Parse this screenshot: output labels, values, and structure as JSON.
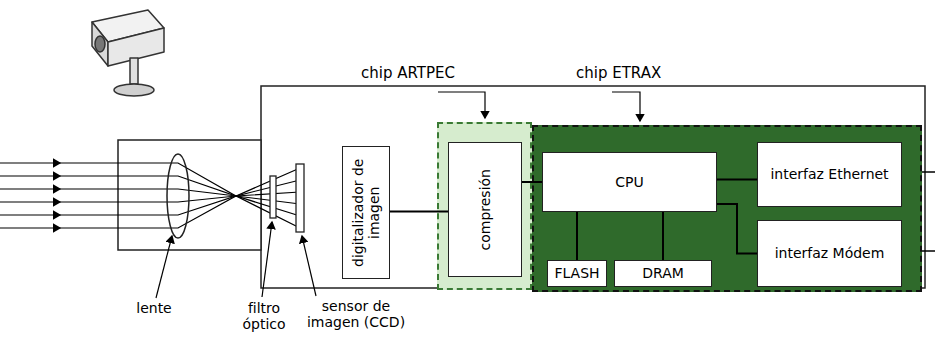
{
  "diagram": {
    "nodes": [
      {
        "text": [
          "digitalizador de imagen"
        ]
      },
      {
        "text": [
          "chip ARTPEC"
        ]
      },
      {
        "text": [
          "compresión"
        ],
        "in": 1
      },
      {
        "text": [
          "chip ETRAX"
        ]
      },
      {
        "text": [
          "CPU"
        ],
        "in": 3
      },
      {
        "text": [
          "FLASH"
        ],
        "in": 3
      },
      {
        "text": [
          "DRAM"
        ],
        "in": 3
      },
      {
        "text": [
          "interfaz Ethernet"
        ],
        "in": 3
      },
      {
        "text": [
          "interfaz Módem"
        ],
        "in": 3
      }
    ],
    "edges": [
      {
        "from": 0,
        "to": 2,
        "arrow": "none"
      },
      {
        "from": 2,
        "to": 4,
        "arrow": "none"
      },
      {
        "from": 4,
        "to": 5,
        "arrow": "none"
      },
      {
        "from": 4,
        "to": 6,
        "arrow": "none"
      },
      {
        "from": 4,
        "to": 7,
        "arrow": "none"
      },
      {
        "from": 4,
        "to": 8,
        "arrow": "none"
      }
    ],
    "labels": [
      "lente",
      "filtro óptico",
      "sensor de imagen (CCD)"
    ]
  }
}
